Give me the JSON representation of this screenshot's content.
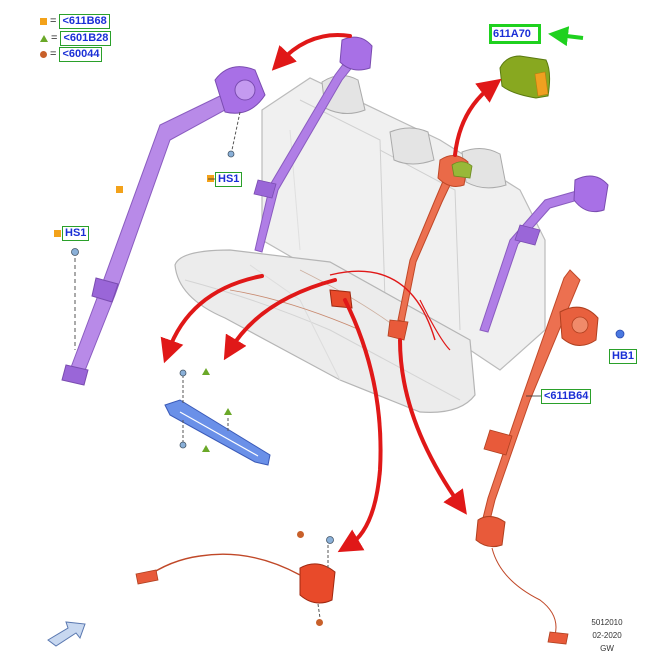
{
  "legend": [
    {
      "symbol": "square-orange",
      "part": "<611B68"
    },
    {
      "symbol": "triangle-green",
      "part": "<601B28"
    },
    {
      "symbol": "circle-brown",
      "part": "<60044"
    }
  ],
  "legend_equals": "=",
  "callouts": {
    "headrest_cover": "611A70",
    "hs1_upper": "HS1",
    "hs1_left": "HS1",
    "hb1": "HB1",
    "belt_right": "<611B64"
  },
  "footer": {
    "code": "5012010",
    "date": "02-2020",
    "author": "GW"
  },
  "colors": {
    "belt_purple": "#a86ee0",
    "belt_orange": "#e8643c",
    "arrow_red": "#e01818",
    "headrest_green": "#7fa020",
    "highlight_green": "#1fd11f",
    "callout_blue": "#1a2fd6",
    "bracket_blue": "#4a78e0"
  }
}
